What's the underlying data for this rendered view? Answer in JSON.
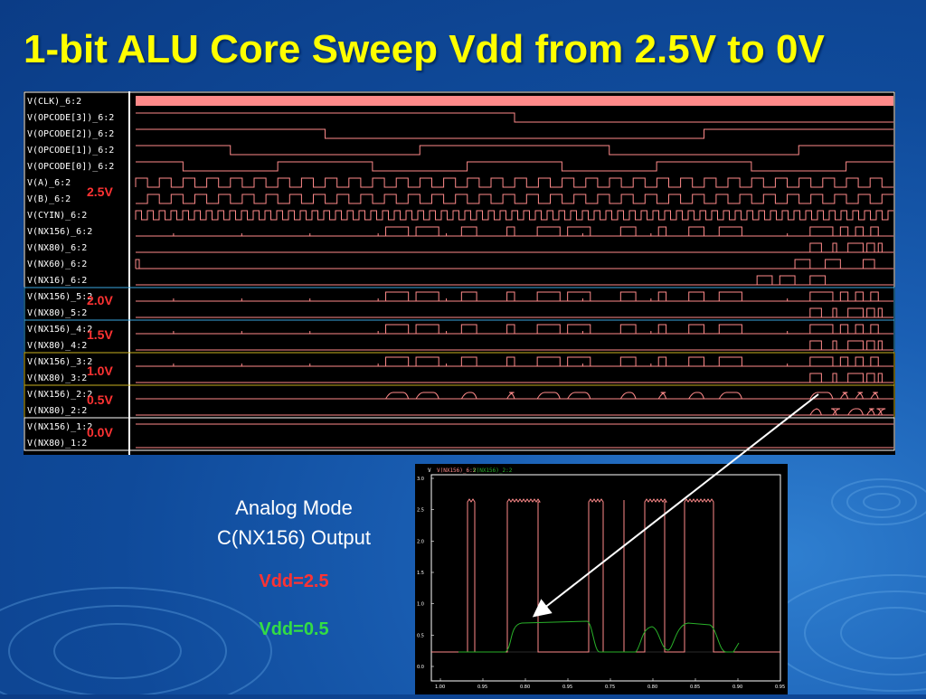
{
  "title": "1-bit ALU Core Sweep Vdd from 2.5V to 0V",
  "waveform": {
    "signals": [
      "V(CLK)_6:2",
      "V(OPCODE[3])_6:2",
      "V(OPCODE[2])_6:2",
      "V(OPCODE[1])_6:2",
      "V(OPCODE[0])_6:2",
      "V(A)_6:2",
      "V(B)_6:2",
      "V(CYIN)_6:2",
      "V(NX156)_6:2",
      "V(NX80)_6:2",
      "V(NX60)_6:2",
      "V(NX16)_6:2",
      "V(NX156)_5:2",
      "V(NX80)_5:2",
      "V(NX156)_4:2",
      "V(NX80)_4:2",
      "V(NX156)_3:2",
      "V(NX80)_3:2",
      "V(NX156)_2:2",
      "V(NX80)_2:2",
      "V(NX156)_1:2",
      "V(NX80)_1:2"
    ],
    "vdd_labels": [
      "2.5V",
      "2.0V",
      "1.5V",
      "1.0V",
      "0.5V",
      "0.0V"
    ]
  },
  "caption": {
    "line1": "Analog Mode",
    "line2": "C(NX156) Output",
    "vdd_red": "Vdd=2.5",
    "vdd_green": "Vdd=0.5"
  },
  "analog_plot": {
    "legend": [
      "V(NX156)_6:2",
      "V(NX156)_2:2"
    ],
    "yticks": [
      "3.0",
      "2.5",
      "2.0",
      "1.5",
      "1.0",
      "0.5",
      "0.0"
    ],
    "xticks": [
      "1.00",
      "0.95",
      "0.80",
      "0.95",
      "0.75",
      "0.80",
      "0.85",
      "0.90",
      "0.95"
    ]
  },
  "colors": {
    "trace": "#ff8a8a",
    "trace_green": "#29b029",
    "vdd_label": "#ff3333",
    "title": "#ffff00"
  }
}
